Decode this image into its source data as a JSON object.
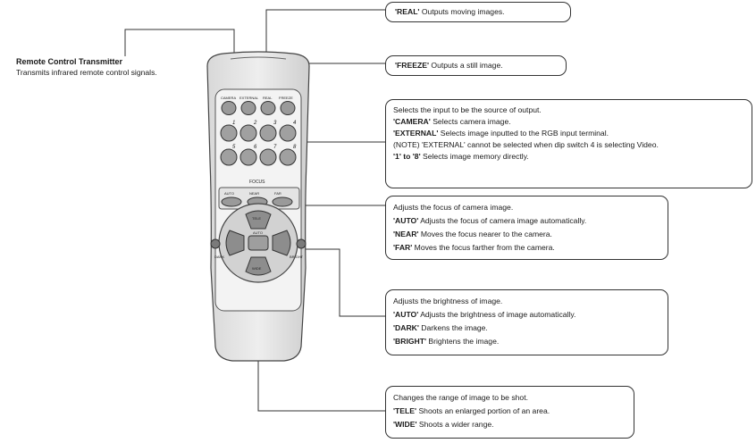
{
  "transmitter": {
    "title": "Remote Control Transmitter",
    "desc": "Transmits infrared remote control signals."
  },
  "remote": {
    "top_buttons": [
      "CAMERA",
      "EXTERNAL",
      "REAL",
      "FREEZE"
    ],
    "numbers": [
      "1",
      "2",
      "3",
      "4",
      "5",
      "6",
      "7",
      "8"
    ],
    "focus_label": "FOCUS",
    "focus_buttons": [
      "AUTO",
      "NEAR",
      "FAR"
    ],
    "dpad": {
      "up": "TELE",
      "down": "WIDE",
      "left": "DARK",
      "right": "BRIGHT",
      "center": "AUTO"
    }
  },
  "callouts": {
    "real": {
      "key": "'REAL'",
      "text": " Outputs moving images."
    },
    "freeze": {
      "key": "'FREEZE'",
      "text": " Outputs a still image."
    },
    "input": {
      "intro": "Selects the input to be the source of output.",
      "camera_key": "'CAMERA'",
      "camera_text": " Selects camera image.",
      "external_key": "'EXTERNAL'",
      "external_text": " Selects image inputted to the RGB input terminal.",
      "note": "(NOTE) 'EXTERNAL' cannot be selected when dip switch 4 is selecting Video.",
      "numbers_key": "'1' to '8'",
      "numbers_text": " Selects image memory directly."
    },
    "focus": {
      "intro": "Adjusts the focus of camera image.",
      "auto_key": "'AUTO'",
      "auto_text": " Adjusts the focus of camera image automatically.",
      "near_key": "'NEAR'",
      "near_text": " Moves the focus nearer to the camera.",
      "far_key": "'FAR'",
      "far_text": " Moves the focus farther from the camera."
    },
    "brightness": {
      "intro": "Adjusts the brightness of image.",
      "auto_key": "'AUTO'",
      "auto_text": " Adjusts the brightness of image automatically.",
      "dark_key": "'DARK'",
      "dark_text": " Darkens the image.",
      "bright_key": "'BRIGHT'",
      "bright_text": " Brightens the image."
    },
    "zoom": {
      "intro": "Changes the range of image to be shot.",
      "tele_key": "'TELE'",
      "tele_text": " Shoots an enlarged portion of an area.",
      "wide_key": "'WIDE'",
      "wide_text": " Shoots a wider range."
    }
  }
}
